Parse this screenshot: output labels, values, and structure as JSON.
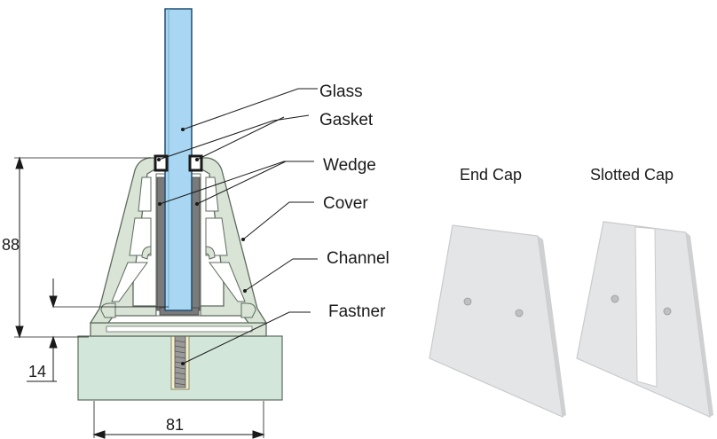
{
  "labels": {
    "glass": "Glass",
    "gasket": "Gasket",
    "wedge": "Wedge",
    "cover": "Cover",
    "channel": "Channel",
    "fastner": "Fastner"
  },
  "dimensions": {
    "height": "88",
    "base": "14",
    "width": "81"
  },
  "caps": {
    "end_cap": "End Cap",
    "slotted_cap": "Slotted Cap"
  },
  "colors": {
    "glass": "#a9d6f2",
    "glass_edge": "#1f4f6e",
    "channel": "#d9e4d7",
    "channel_edge": "#5c6b5c",
    "wedge": "#7a7a7a",
    "gasket": "#1a1a1a",
    "concrete": "#d3e6da",
    "fastener": "#9a9a9a",
    "cap_face": "#e4e5e7",
    "cap_edge": "#c9cacc"
  }
}
